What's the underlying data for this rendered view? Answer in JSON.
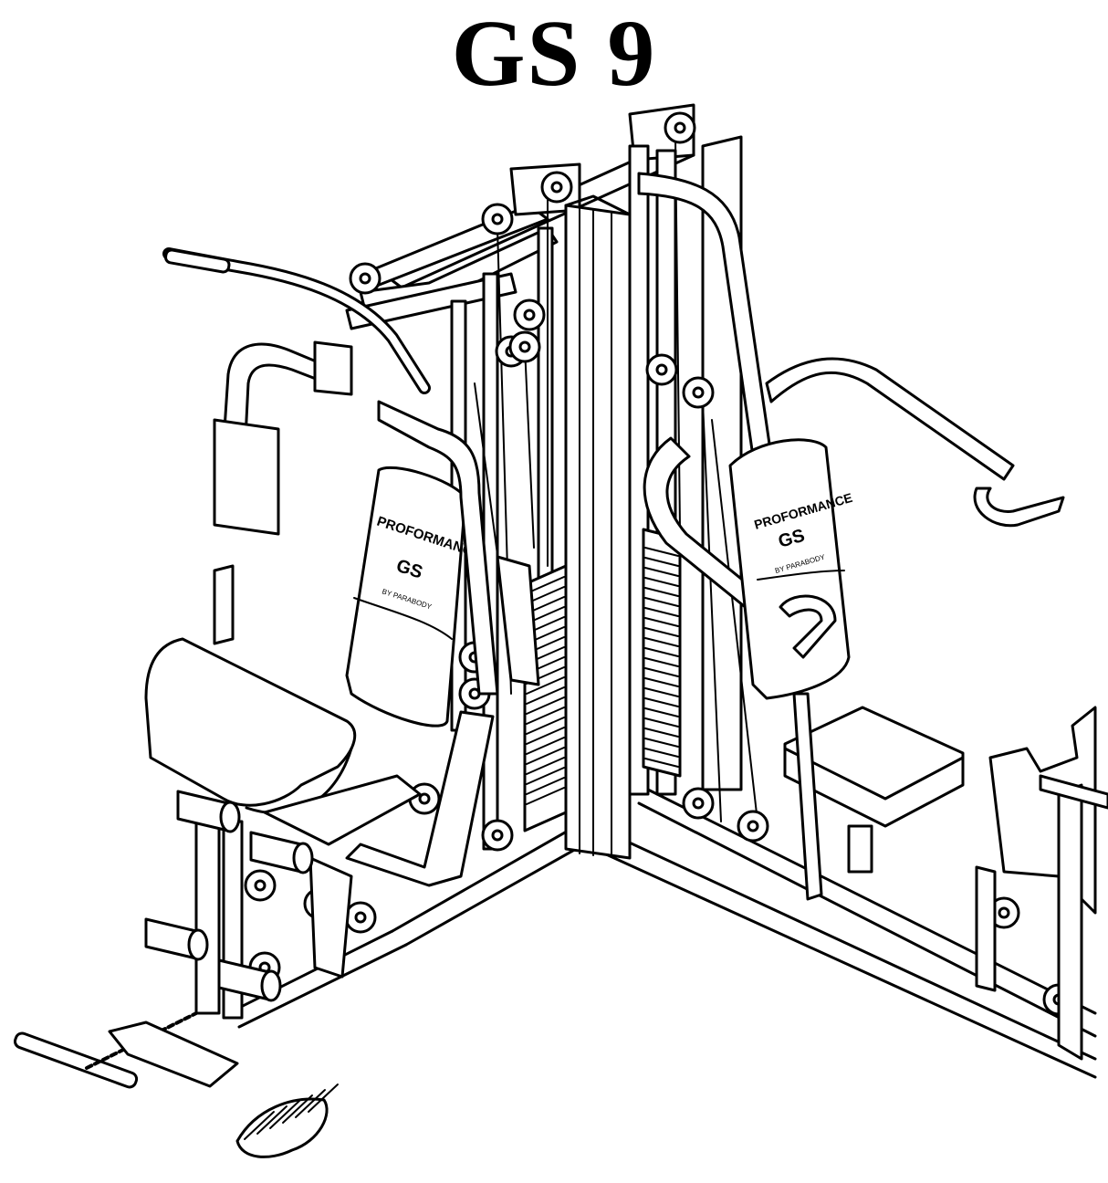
{
  "title": "GS 9",
  "pad_brand": "PROFORMANCE",
  "pad_subbrand": "BY PARABODY",
  "pad_logo": "GS",
  "colors": {
    "line": "#000000",
    "fill": "#ffffff",
    "shade": "#d9d9d9"
  }
}
